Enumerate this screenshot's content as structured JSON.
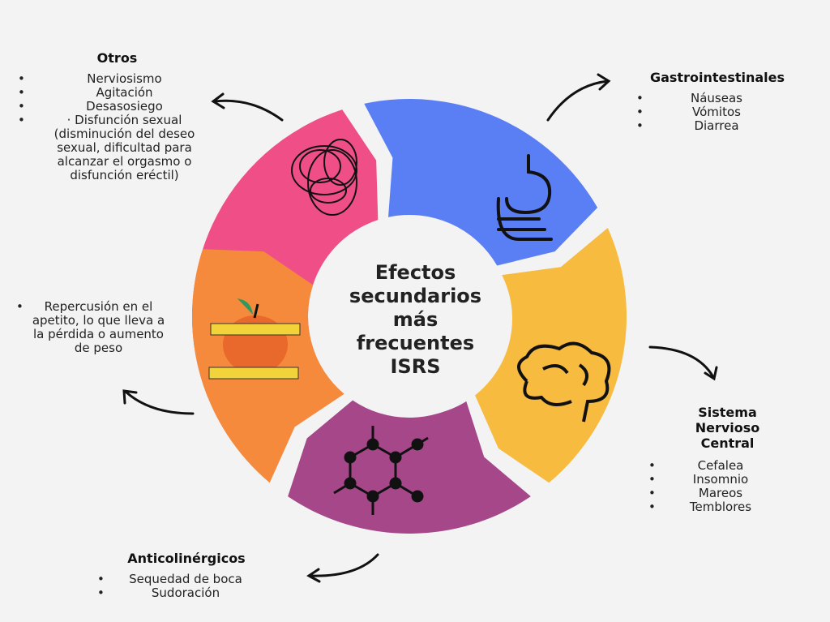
{
  "center_title": [
    "Efectos",
    "secundarios",
    "más",
    "frecuentes",
    "ISRS"
  ],
  "colors": {
    "pink": "#ef4f86",
    "blue": "#5a7ff5",
    "yellow": "#f6bb3f",
    "purple": "#a6478a",
    "orange": "#f58a3c",
    "center": "#f3f3f3"
  },
  "groups": {
    "otros": {
      "title": "Otros",
      "items": [
        "Nerviosismo",
        "Agitación",
        "Desasosiego",
        "· Disfunción sexual (disminución del deseo sexual, dificultad para alcanzar el orgasmo o disfunción eréctil)"
      ]
    },
    "gastro": {
      "title": "Gastrointestinales",
      "items": [
        "Náuseas",
        "Vómitos",
        "Diarrea"
      ]
    },
    "snc": {
      "title": "Sistema Nervioso Central",
      "items": [
        "Cefalea",
        "Insomnio",
        "Mareos",
        "Temblores"
      ]
    },
    "antico": {
      "title": "Anticolinérgicos",
      "items": [
        "Sequedad de boca",
        "Sudoración"
      ]
    },
    "apetito": {
      "title": "",
      "items": [
        "Repercusión en el apetito, lo que lleva a la pérdida o aumento de peso"
      ]
    }
  }
}
